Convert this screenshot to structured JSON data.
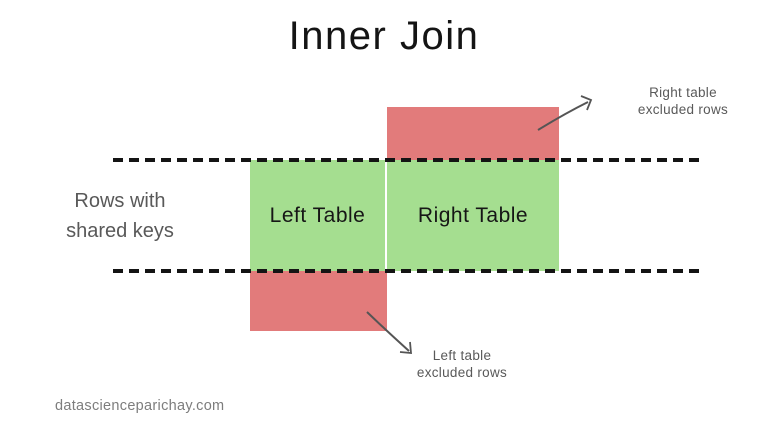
{
  "diagram": {
    "title": "Inner Join",
    "tables": {
      "left_label": "Left Table",
      "right_label": "Right Table"
    },
    "shared_keys_note": {
      "line1": "Rows with",
      "line2": "shared keys"
    },
    "right_excluded_note": {
      "line1": "Right table",
      "line2": "excluded rows"
    },
    "left_excluded_note": {
      "line1": "Left table",
      "line2": "excluded rows"
    },
    "watermark": "datascienceparichay.com",
    "colors": {
      "green": "#a5de90",
      "red": "#e27b7b",
      "line": "#141414",
      "arrow": "#555555",
      "annotation": "#595959",
      "watermark": "#7d7d7d",
      "title": "#141414"
    }
  }
}
